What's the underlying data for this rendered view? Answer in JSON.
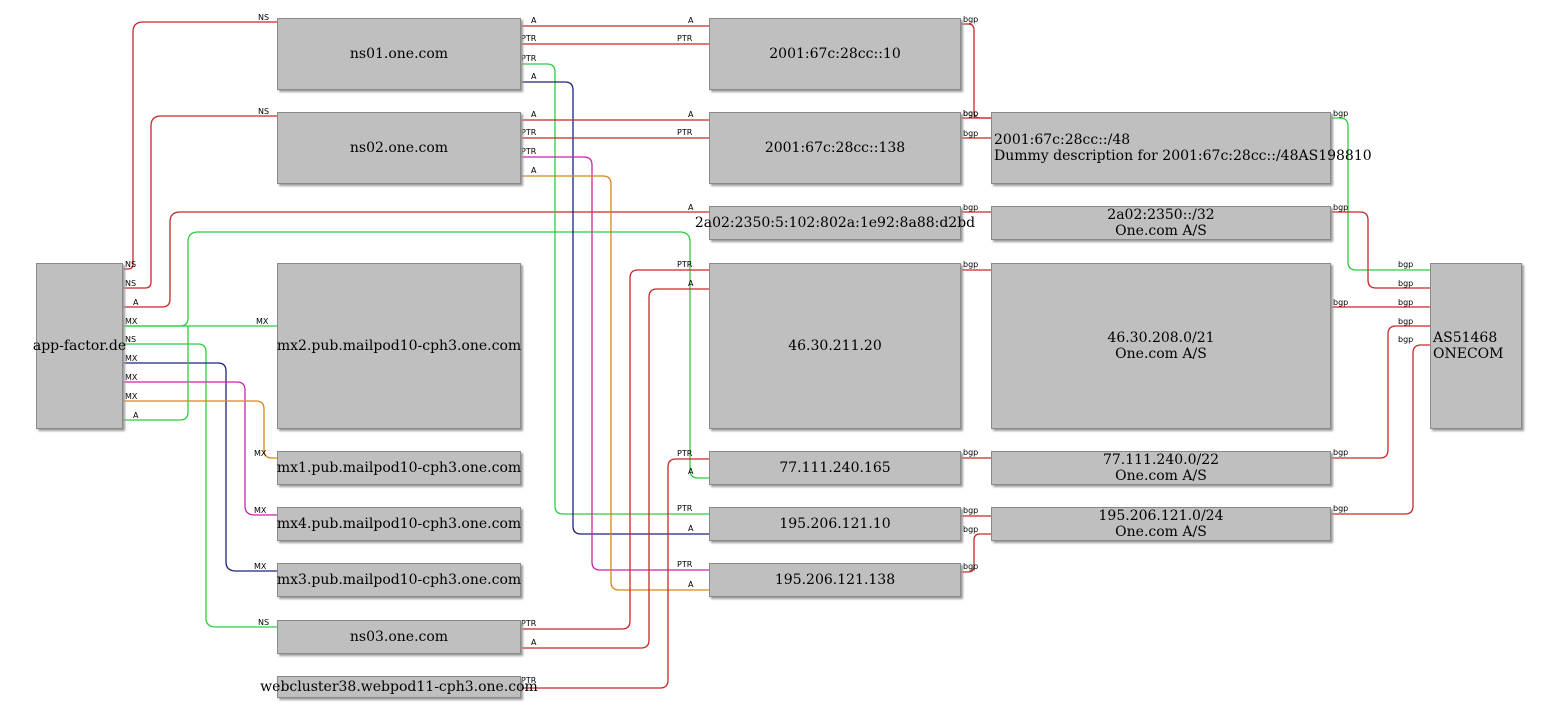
{
  "colors": {
    "red": "#c62828",
    "green": "#2ecc40",
    "navy": "#1a237e",
    "magenta": "#cc22aa",
    "orange": "#d4861a",
    "node_fill": "#c0bfc0"
  },
  "nodes": {
    "app": {
      "lines": [
        "app-factor.de"
      ]
    },
    "ns01": {
      "lines": [
        "ns01.one.com"
      ]
    },
    "ns02": {
      "lines": [
        "ns02.one.com"
      ]
    },
    "mx2": {
      "lines": [
        "mx2.pub.mailpod10-cph3.one.com"
      ]
    },
    "mx1": {
      "lines": [
        "mx1.pub.mailpod10-cph3.one.com"
      ]
    },
    "mx4": {
      "lines": [
        "mx4.pub.mailpod10-cph3.one.com"
      ]
    },
    "mx3": {
      "lines": [
        "mx3.pub.mailpod10-cph3.one.com"
      ]
    },
    "ns03": {
      "lines": [
        "ns03.one.com"
      ]
    },
    "web": {
      "lines": [
        "webcluster38.webpod11-cph3.one.com"
      ]
    },
    "ip6a": {
      "lines": [
        "2001:67c:28cc::10"
      ]
    },
    "ip6b": {
      "lines": [
        "2001:67c:28cc::138"
      ]
    },
    "ip6c": {
      "lines": [
        "2a02:2350:5:102:802a:1e92:8a88:d2bd"
      ]
    },
    "ip4a": {
      "lines": [
        "46.30.211.20"
      ]
    },
    "ip4b": {
      "lines": [
        "77.111.240.165"
      ]
    },
    "ip4c": {
      "lines": [
        "195.206.121.10"
      ]
    },
    "ip4d": {
      "lines": [
        "195.206.121.138"
      ]
    },
    "pfx6a": {
      "lines": [
        "2001:67c:28cc::/48",
        "Dummy description for 2001:67c:28cc::/48AS198810"
      ]
    },
    "pfx6b": {
      "lines": [
        "2a02:2350::/32",
        "One.com A/S"
      ]
    },
    "pfx4a": {
      "lines": [
        "46.30.208.0/21",
        "One.com A/S"
      ]
    },
    "pfx4b": {
      "lines": [
        "77.111.240.0/22",
        "One.com A/S"
      ]
    },
    "pfx4c": {
      "lines": [
        "195.206.121.0/24",
        "One.com A/S"
      ]
    },
    "as": {
      "lines": [
        "AS51468",
        "ONECOM"
      ]
    }
  },
  "edge_labels": {
    "ns": "NS",
    "a": "A",
    "mx": "MX",
    "ptr": "PTR",
    "bgp": "bgp"
  }
}
